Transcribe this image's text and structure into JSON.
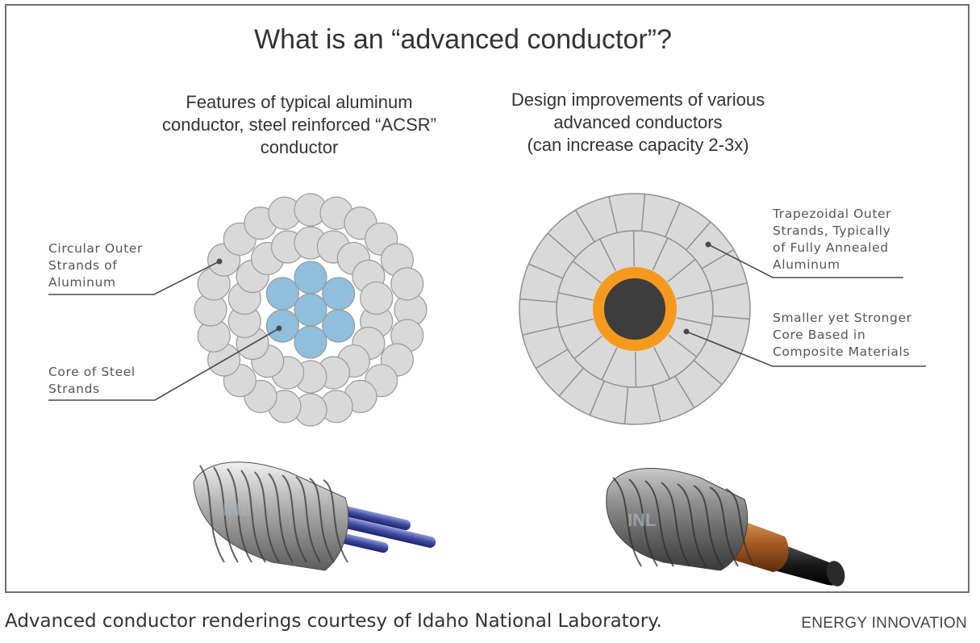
{
  "title": "What is an “advanced conductor”?",
  "left_panel": {
    "heading_lines": [
      "Features of typical aluminum",
      "conductor, steel reinforced “ACSR”",
      "conductor"
    ],
    "callouts": [
      [
        "Circular Outer",
        "Strands of",
        "Aluminum"
      ],
      [
        "Core of Steel",
        "Strands"
      ]
    ]
  },
  "right_panel": {
    "heading_lines": [
      "Design improvements of various",
      "advanced conductors",
      "(can increase capacity 2-3x)"
    ],
    "callouts": [
      [
        "Trapezoidal Outer",
        "Strands, Typically",
        "of Fully Annealed",
        "Aluminum"
      ],
      [
        "Smaller yet Stronger",
        "Core Based in",
        "Composite Materials"
      ]
    ]
  },
  "colors": {
    "aluminum_strand": "#d9d9d9",
    "steel_strand": "#8fbfdc",
    "composite_core": "#3d3d3d",
    "core_ring": "#f59a1e",
    "leader_line": "#4a4a4a"
  },
  "logos": {
    "left_rendering": "INL",
    "right_rendering": "INL"
  },
  "caption": "Advanced conductor renderings courtesy of Idaho National Laboratory.",
  "credit": "ENERGY INNOVATION"
}
